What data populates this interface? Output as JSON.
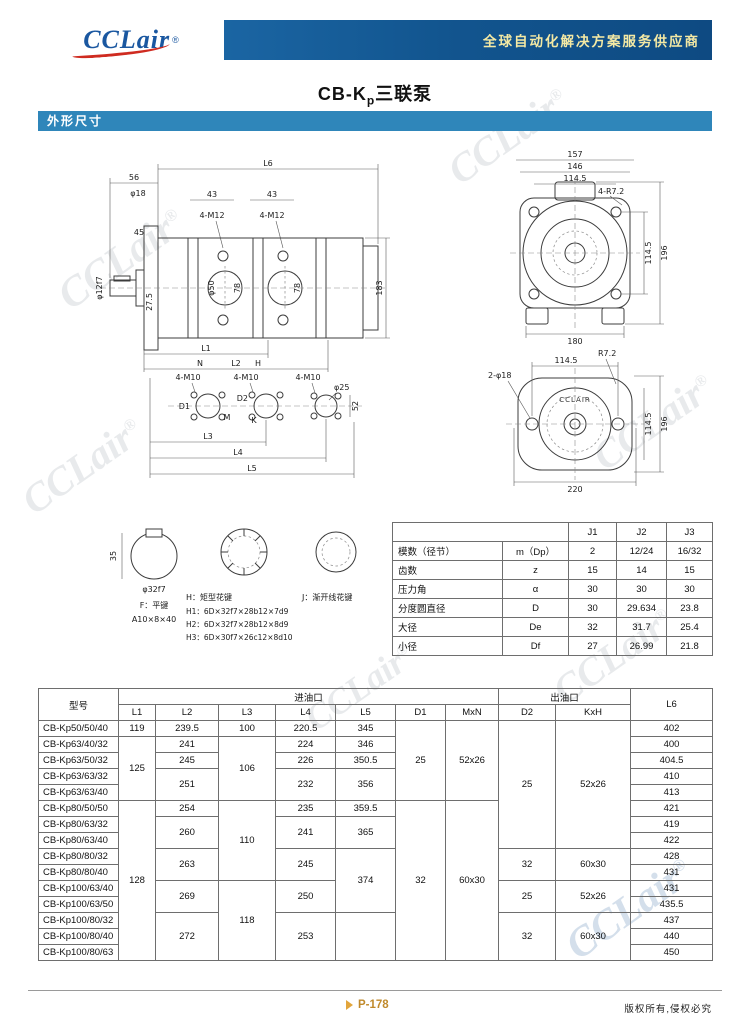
{
  "header": {
    "logo_text": "CCLair",
    "logo_reg": "®",
    "tagline": "全球自动化解决方案服务供应商"
  },
  "page": {
    "title_main": "CB-K",
    "title_sub": "p",
    "title_rest": "三联泵",
    "section_header": "外形尺寸",
    "watermark": "CCLair",
    "watermark_reg": "®"
  },
  "footer": {
    "page_number": "P-178",
    "copyright": "版权所有,侵权必究"
  },
  "drawings": {
    "front": {
      "dim_L6": "L6",
      "dim_56": "56",
      "dim_phi18": "φ18",
      "dim_43a": "43",
      "dim_43b": "43",
      "bolt_a": "4-M12",
      "bolt_b": "4-M12",
      "dim_45": "45",
      "shaft_dia": "φ12f7",
      "dim_275": "27.5",
      "dim_phi50": "φ50",
      "dim_78a": "78",
      "dim_78b": "78",
      "dim_183": "183",
      "dim_L1": "L1",
      "dim_L2": "L2"
    },
    "ports": {
      "dim_N": "N",
      "dim_H": "H",
      "bolt_a": "4-M10",
      "bolt_b": "4-M10",
      "bolt_c": "4-M10",
      "dim_D1": "D1",
      "dim_M": "M",
      "dim_D2": "D2",
      "dim_K": "K",
      "dim_phi25": "φ25",
      "dim_52": "52",
      "dim_L3": "L3",
      "dim_L4": "L4",
      "dim_L5": "L5"
    },
    "rear_flange": {
      "dim_157": "157",
      "dim_146": "146",
      "dim_1145_top": "114.5",
      "radius_note": "4-R7.2",
      "dim_1145_side": "114.5",
      "dim_196": "196",
      "dim_180": "180"
    },
    "front_flange": {
      "dim_1145_top": "114.5",
      "radius_note": "R7.2",
      "holes_note": "2-φ18",
      "brand": "CCLAIR",
      "dim_1145_side": "114.5",
      "dim_196": "196",
      "dim_220": "220"
    },
    "keys": {
      "dim_35": "35",
      "shaft_dia": "φ32f7",
      "f_label": "F：平键",
      "f_spec": "A10×8×40",
      "h_label": "H：矩型花键",
      "h1": "H1：6D×32f7×28b12×7d9",
      "h2": "H2：6D×32f7×28b12×8d9",
      "h3": "H3：6D×30f7×26c12×8d10",
      "j_label": "J：渐开线花键"
    }
  },
  "gear_table": {
    "col_headers": [
      "J1",
      "J2",
      "J3"
    ],
    "rows": [
      {
        "name": "模数（径节）",
        "symbol": "m（Dp）",
        "values": [
          "2",
          "12/24",
          "16/32"
        ]
      },
      {
        "name": "齿数",
        "symbol": "z",
        "values": [
          "15",
          "14",
          "15"
        ]
      },
      {
        "name": "压力角",
        "symbol": "α",
        "values": [
          "30",
          "30",
          "30"
        ]
      },
      {
        "name": "分度圆直径",
        "symbol": "D",
        "values": [
          "30",
          "29.634",
          "23.8"
        ]
      },
      {
        "name": "大径",
        "symbol": "De",
        "values": [
          "32",
          "31.7",
          "25.4"
        ]
      },
      {
        "name": "小径",
        "symbol": "Df",
        "values": [
          "27",
          "26.99",
          "21.8"
        ]
      }
    ]
  },
  "dim_table": {
    "model_header": "型号",
    "inlet_header": "进油口",
    "outlet_header": "出油口",
    "l6_header": "L6",
    "sub_headers": [
      "L1",
      "L2",
      "L3",
      "L4",
      "L5",
      "D1",
      "MxN",
      "D2",
      "KxH"
    ],
    "rows": [
      {
        "model": "CB-Kp50/50/40",
        "cells": [
          {
            "v": "119"
          },
          {
            "v": "239.5"
          },
          {
            "v": "100"
          },
          {
            "v": "220.5"
          },
          {
            "v": "345"
          },
          {
            "v": "25",
            "rs": 5
          },
          {
            "v": "52x26",
            "rs": 5
          },
          {
            "v": "25",
            "rs": 8
          },
          {
            "v": "52x26",
            "rs": 8
          },
          {
            "v": "402"
          }
        ]
      },
      {
        "model": "CB-Kp63/40/32",
        "cells": [
          {
            "v": "125",
            "rs": 4
          },
          {
            "v": "241"
          },
          {
            "v": "106",
            "rs": 4
          },
          {
            "v": "224"
          },
          {
            "v": "346"
          },
          {
            "v": "400"
          }
        ]
      },
      {
        "model": "CB-Kp63/50/32",
        "cells": [
          {
            "v": "245"
          },
          {
            "v": "226"
          },
          {
            "v": "350.5"
          },
          {
            "v": "404.5"
          }
        ]
      },
      {
        "model": "CB-Kp63/63/32",
        "cells": [
          {
            "v": "251",
            "rs": 2
          },
          {
            "v": "232",
            "rs": 2
          },
          {
            "v": "356",
            "rs": 2
          },
          {
            "v": "410"
          }
        ]
      },
      {
        "model": "CB-Kp63/63/40",
        "cells": [
          {
            "v": "413"
          }
        ]
      },
      {
        "model": "CB-Kp80/50/50",
        "cells": [
          {
            "v": "128",
            "rs": 10
          },
          {
            "v": "254"
          },
          {
            "v": "110",
            "rs": 5
          },
          {
            "v": "235"
          },
          {
            "v": "359.5"
          },
          {
            "v": "32",
            "rs": 10
          },
          {
            "v": "60x30",
            "rs": 10
          },
          {
            "v": "421"
          }
        ]
      },
      {
        "model": "CB-Kp80/63/32",
        "cells": [
          {
            "v": "260",
            "rs": 2
          },
          {
            "v": "241",
            "rs": 2
          },
          {
            "v": "365",
            "rs": 2
          },
          {
            "v": "419"
          }
        ]
      },
      {
        "model": "CB-Kp80/63/40",
        "cells": [
          {
            "v": "422"
          }
        ]
      },
      {
        "model": "CB-Kp80/80/32",
        "cells": [
          {
            "v": "263",
            "rs": 2
          },
          {
            "v": "245",
            "rs": 2
          },
          {
            "v": "374",
            "rs": 4
          },
          {
            "v": "32",
            "rs": 2
          },
          {
            "v": "60x30",
            "rs": 2
          },
          {
            "v": "428"
          }
        ]
      },
      {
        "model": "CB-Kp80/80/40",
        "cells": [
          {
            "v": "431"
          }
        ]
      },
      {
        "model": "CB-Kp100/63/40",
        "cells": [
          {
            "v": "269",
            "rs": 2
          },
          {
            "v": "118",
            "rs": 5
          },
          {
            "v": "250",
            "rs": 2
          },
          {
            "v": "25",
            "rs": 2
          },
          {
            "v": "52x26",
            "rs": 2
          },
          {
            "v": "431"
          }
        ]
      },
      {
        "model": "CB-Kp100/63/50",
        "cells": [
          {
            "v": "435.5"
          }
        ]
      },
      {
        "model": "CB-Kp100/80/32",
        "cells": [
          {
            "v": "272",
            "rs": 3
          },
          {
            "v": "253",
            "rs": 3
          },
          {
            "v": "",
            "rs": 3
          },
          {
            "v": "32",
            "rs": 3
          },
          {
            "v": "60x30",
            "rs": 3
          },
          {
            "v": "437"
          }
        ]
      },
      {
        "model": "CB-Kp100/80/40",
        "cells": [
          {
            "v": "440"
          }
        ]
      },
      {
        "model": "CB-Kp100/80/63",
        "cells": [
          {
            "v": "450"
          }
        ]
      }
    ]
  }
}
